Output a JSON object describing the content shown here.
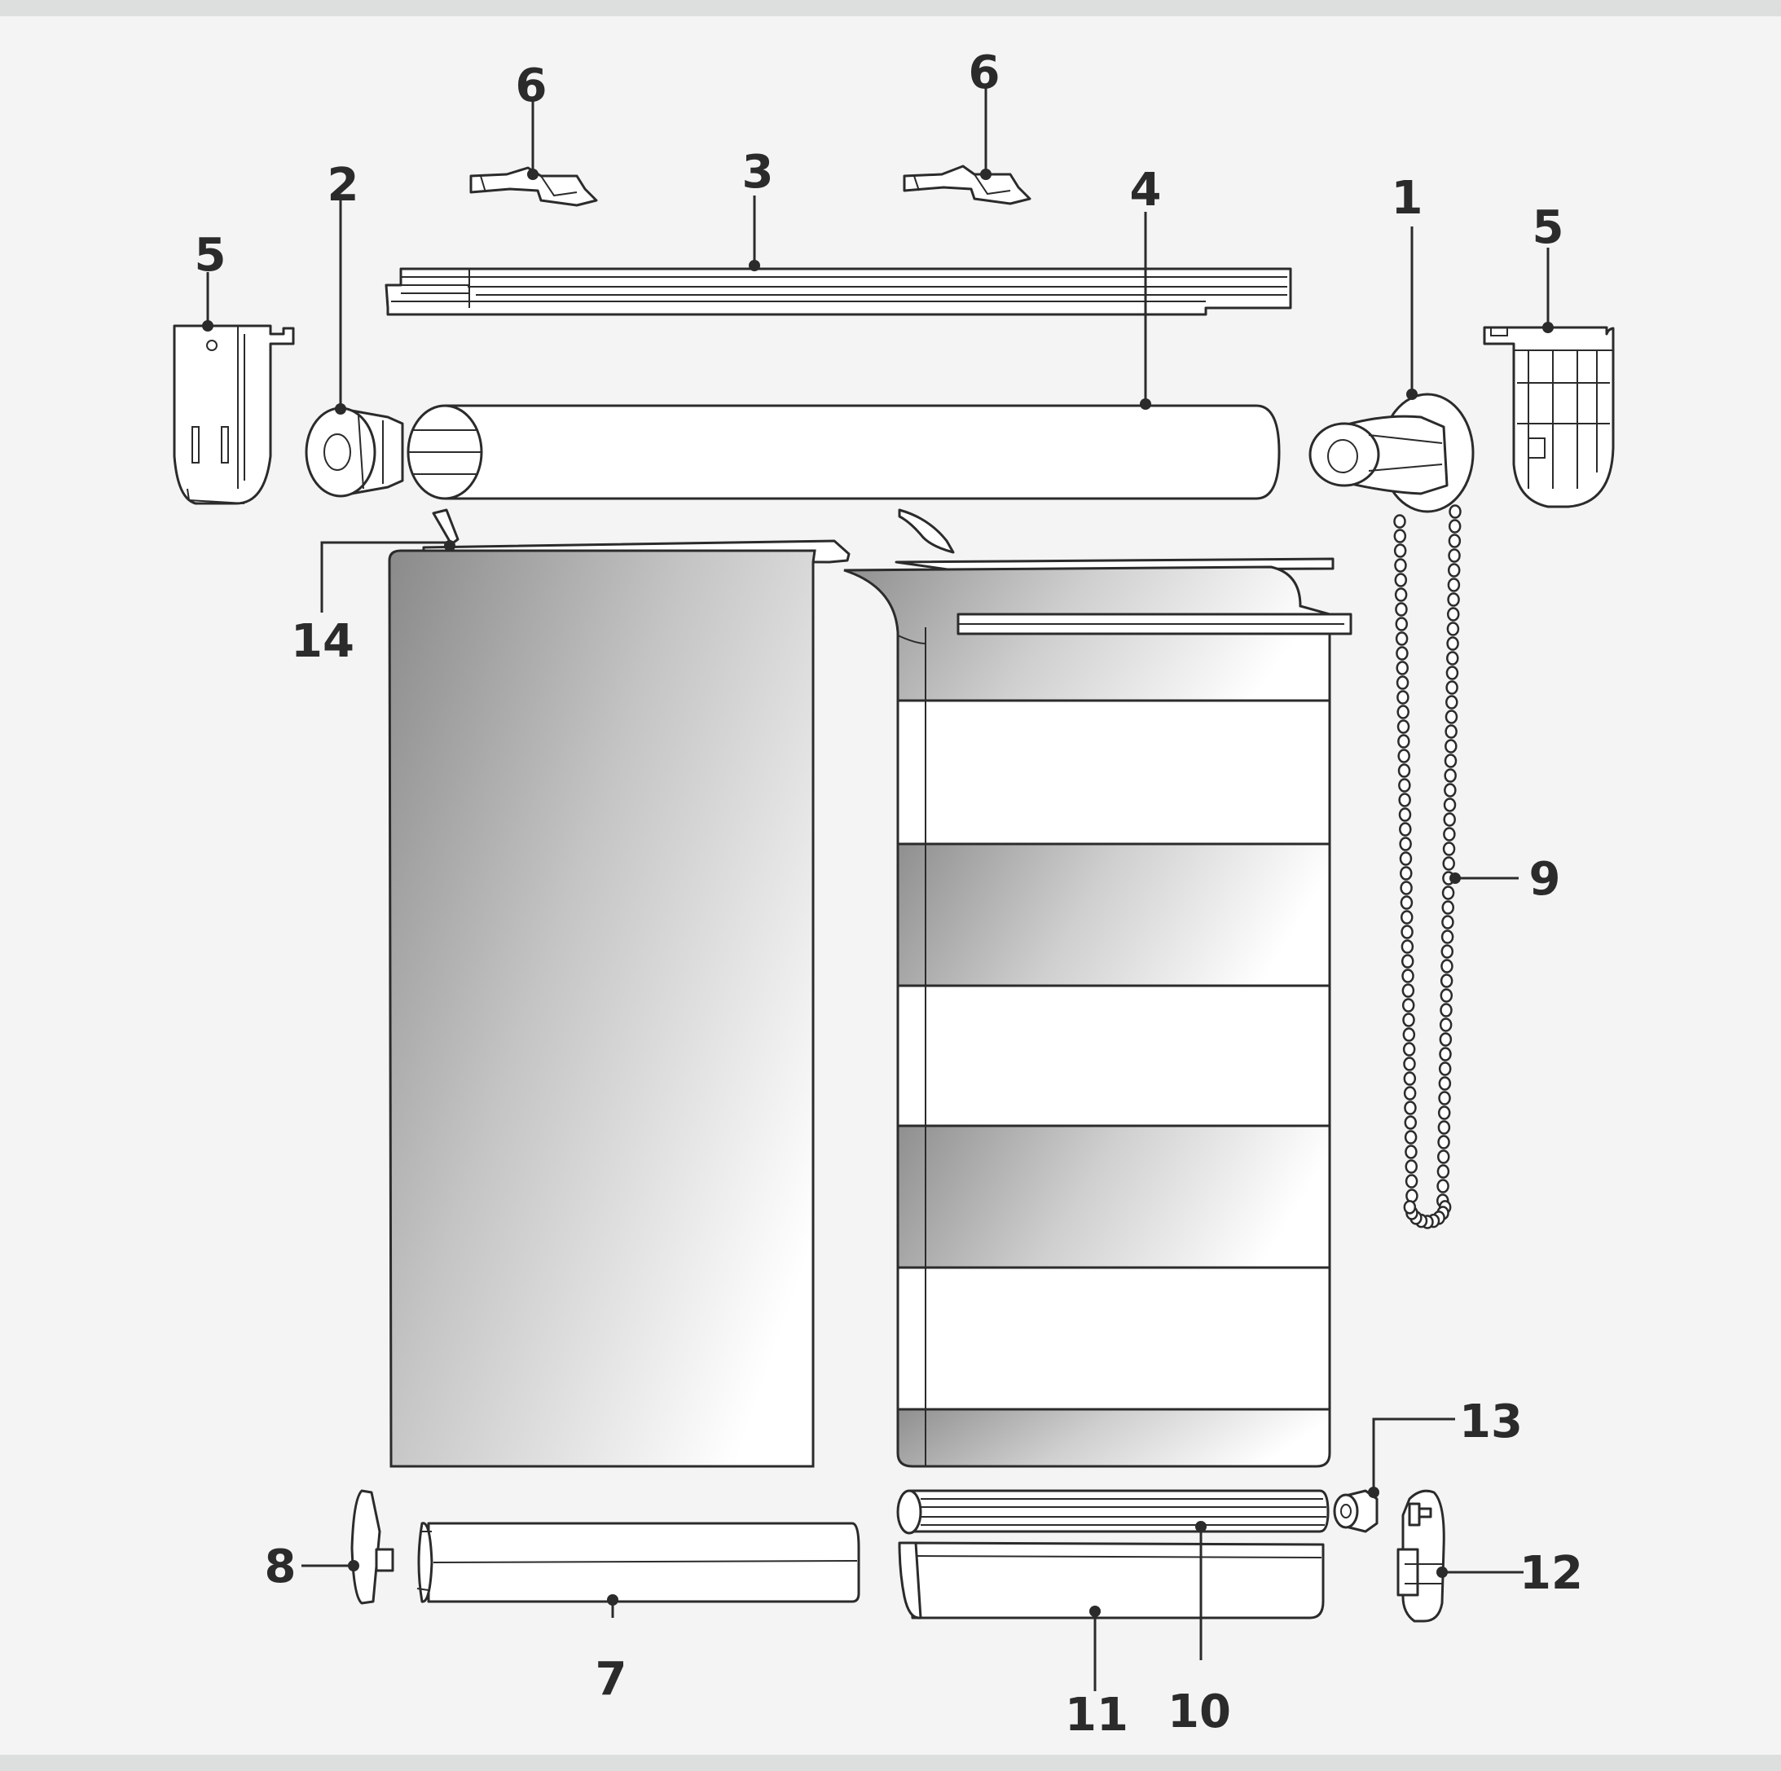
{
  "diagram": {
    "type": "exploded-parts",
    "colors": {
      "background": "#f4f4f4",
      "frame": "#dcdfde",
      "stroke": "#2b2b2b"
    },
    "callouts": {
      "p1": "1",
      "p2": "2",
      "p3": "3",
      "p4": "4",
      "p5a": "5",
      "p5b": "5",
      "p6a": "6",
      "p6b": "6",
      "p7": "7",
      "p8": "8",
      "p9": "9",
      "p10": "10",
      "p11": "11",
      "p12": "12",
      "p13": "13",
      "p14": "14"
    }
  }
}
